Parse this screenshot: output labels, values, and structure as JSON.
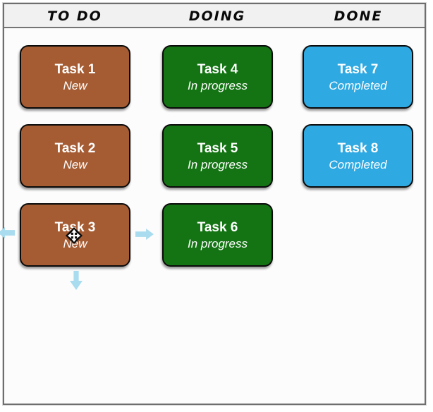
{
  "board": {
    "columns": [
      {
        "title": "TO DO",
        "accent_color": "#A65C33",
        "cards": [
          {
            "title": "Task 1",
            "status": "New"
          },
          {
            "title": "Task 2",
            "status": "New"
          },
          {
            "title": "Task 3",
            "status": "New"
          }
        ]
      },
      {
        "title": "DOING",
        "accent_color": "#147414",
        "cards": [
          {
            "title": "Task 4",
            "status": "In progress"
          },
          {
            "title": "Task 5",
            "status": "In progress"
          },
          {
            "title": "Task 6",
            "status": "In progress"
          }
        ]
      },
      {
        "title": "DONE",
        "accent_color": "#2FA9E1",
        "cards": [
          {
            "title": "Task 7",
            "status": "Completed"
          },
          {
            "title": "Task 8",
            "status": "Completed"
          }
        ]
      }
    ]
  },
  "colors": {
    "todo_card": "#A65C33",
    "doing_card": "#147414",
    "done_card": "#2FA9E1",
    "card_text": "#FFFFFF",
    "card_border": "#0A0A0A",
    "header_bg": "#F1F1F1",
    "board_bg": "#FCFCFC",
    "board_border": "#6E6E6E",
    "drag_arrow": "#A9DCEE"
  },
  "icons": {
    "move_cursor": "move-cursor-icon",
    "drag_left": "arrow-left-icon",
    "drag_right": "arrow-right-icon",
    "drag_down": "arrow-down-icon"
  }
}
